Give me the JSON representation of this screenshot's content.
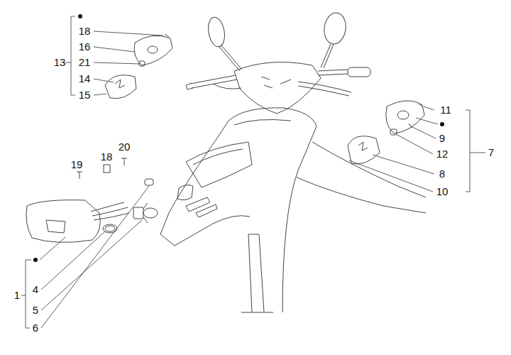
{
  "diagram": {
    "labels": [
      "18",
      "16",
      "13",
      "21",
      "14",
      "15",
      "19",
      "20",
      "18",
      "11",
      "9",
      "7",
      "12",
      "8",
      "10",
      "1",
      "4",
      "5",
      "6"
    ]
  }
}
